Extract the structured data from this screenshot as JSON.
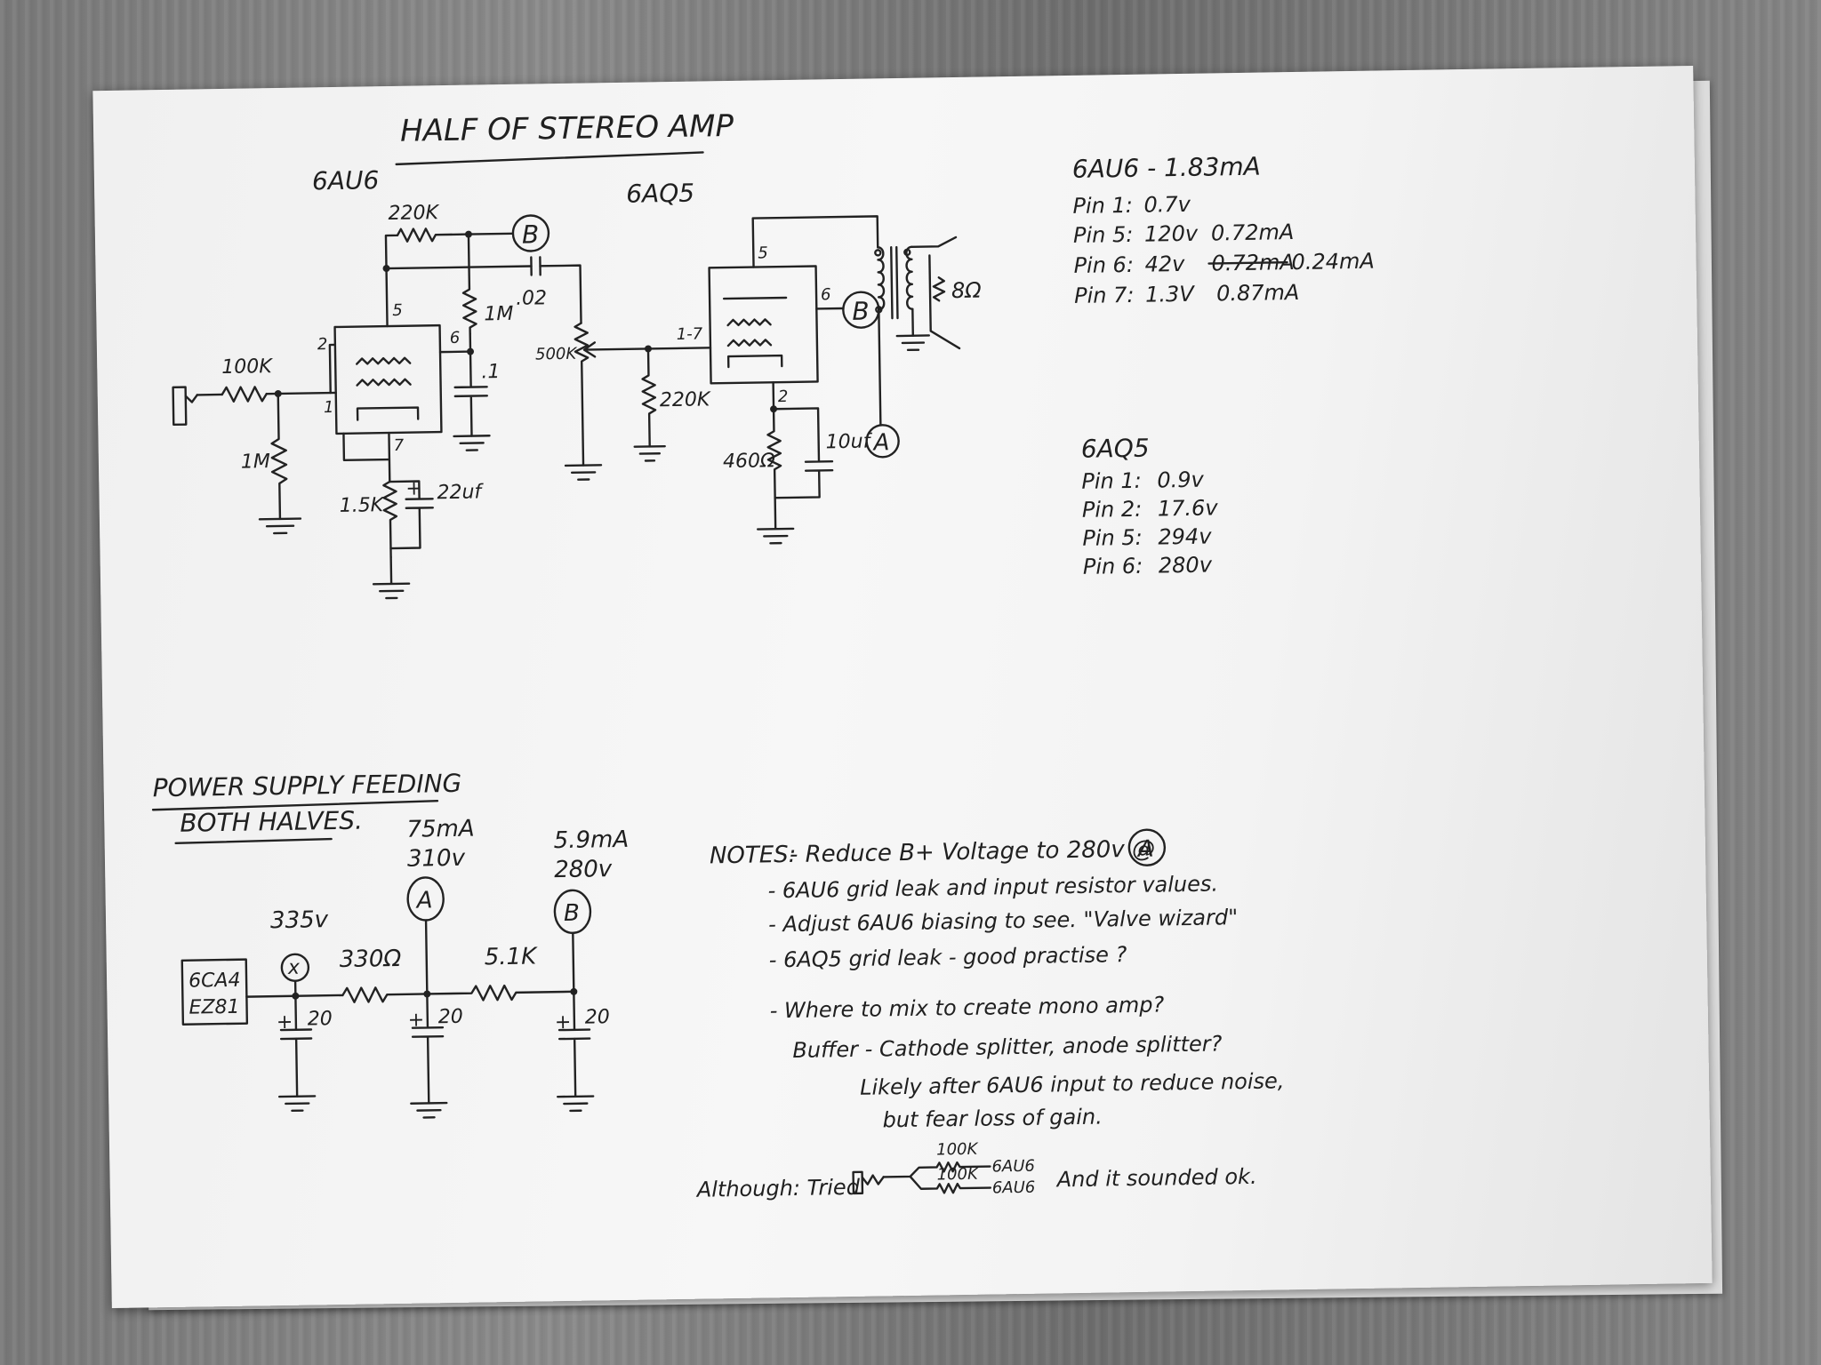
{
  "amp": {
    "title": "HALF OF STEREO AMP",
    "tube1": "6AU6",
    "tube2": "6AQ5",
    "r_input": "100K",
    "r_grid": "1M",
    "r_screen": "220K",
    "r_screen_bypass": "1M",
    "c_coupling": ".02",
    "c_screen": ".1",
    "r_cathode": "1.5K",
    "c_cathode": "22uf",
    "pot": "500K",
    "r_grid2": "220K",
    "r_cathode2": "460Ω",
    "c_cathode2": "10uf",
    "speaker": "8Ω",
    "node_a": "A",
    "node_b": "B",
    "pins_t1": {
      "p1": "1",
      "p2": "2",
      "p5": "5",
      "p6": "6",
      "p7": "7"
    },
    "pins_t2": {
      "p17": "1-7",
      "p2": "2",
      "p5": "5",
      "p6": "6"
    }
  },
  "measurements": {
    "t1_header": "6AU6 - 1.83mA",
    "t1_rows": [
      {
        "pin": "Pin 1:",
        "volt": "0.7v",
        "amps": ""
      },
      {
        "pin": "Pin 5:",
        "volt": "120v",
        "amps": "0.72mA"
      },
      {
        "pin": "Pin 6:",
        "volt": "42v",
        "amps_struck": "0.72mA",
        "amps": "0.24mA"
      },
      {
        "pin": "Pin 7:",
        "volt": "1.3V",
        "amps": "0.87mA"
      }
    ],
    "t2_header": "6AQ5",
    "t2_rows": [
      {
        "pin": "Pin 1:",
        "volt": "0.9v"
      },
      {
        "pin": "Pin 2:",
        "volt": "17.6v"
      },
      {
        "pin": "Pin 5:",
        "volt": "294v"
      },
      {
        "pin": "Pin 6:",
        "volt": "280v"
      }
    ]
  },
  "supply": {
    "title_line1": "POWER SUPPLY FEEDING",
    "title_line2": "BOTH HALVES.",
    "rectifier_line1": "6CA4",
    "rectifier_line2": "EZ81",
    "v_rect": "335v",
    "r1": "330Ω",
    "r2": "5.1K",
    "i_a": "75mA",
    "v_a": "310v",
    "i_b": "5.9mA",
    "v_b": "280v",
    "node_a": "A",
    "node_b": "B",
    "c1": "20",
    "c2": "20",
    "c3": "20",
    "node_x": "x",
    "plus": "+"
  },
  "notes": {
    "label": "NOTES:",
    "lines": [
      "- Reduce B+ Voltage to 280v @",
      "- 6AU6 grid leak and input resistor values.",
      "- Adjust 6AU6 biasing to see. \"Valve wizard\"",
      "- 6AQ5 grid leak - good practise ?",
      "- Where to mix to create mono amp?",
      "Buffer - Cathode splitter, anode splitter?",
      "Likely after 6AU6 input to reduce noise,",
      "but fear loss of gain."
    ],
    "node_ref": "A",
    "although": "Although: Tried",
    "r_a": "100K",
    "r_b": "100K",
    "dest_a": "6AU6",
    "dest_b": "6AU6",
    "ending": "And it sounded ok."
  }
}
